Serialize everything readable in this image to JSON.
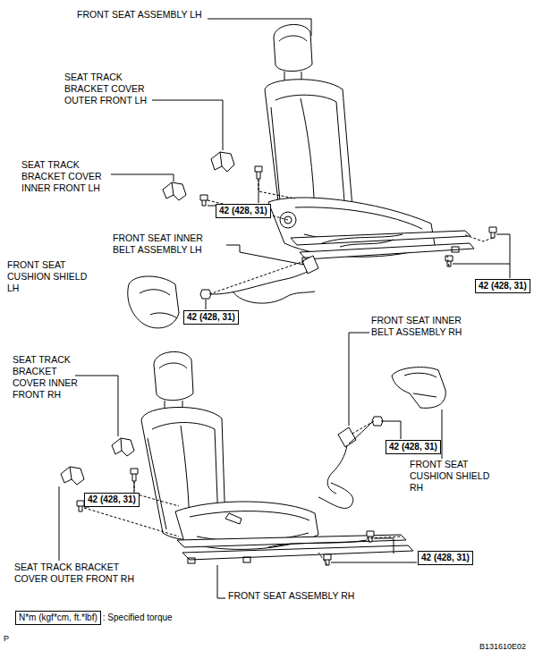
{
  "diagram": {
    "nodes": [
      {
        "text": [
          "42 (428, 31)"
        ]
      },
      {
        "text": [
          "42 (428, 31)"
        ]
      },
      {
        "text": [
          "42 (428, 31)"
        ]
      },
      {
        "text": [
          "42 (428, 31)"
        ]
      },
      {
        "text": [
          "42 (428, 31)"
        ]
      },
      {
        "text": [
          "42 (428, 31)"
        ]
      },
      {
        "text": [
          "N*m (kgf*cm, ft.*lbf)",
          ": Specified torque"
        ]
      }
    ],
    "labels": [
      "FRONT SEAT ASSEMBLY LH",
      "SEAT TRACK BRACKET COVER OUTER FRONT LH",
      "SEAT TRACK BRACKET COVER INNER FRONT LH",
      "FRONT SEAT INNER BELT ASSEMBLY LH",
      "FRONT SEAT CUSHION SHIELD LH",
      "FRONT SEAT INNER BELT ASSEMBLY RH",
      "SEAT TRACK BRACKET COVER INNER FRONT RH",
      "FRONT SEAT CUSHION SHIELD RH",
      "SEAT TRACK BRACKET COVER OUTER FRONT RH",
      "FRONT SEAT ASSEMBLY RH",
      "P",
      "B131610E02"
    ]
  }
}
